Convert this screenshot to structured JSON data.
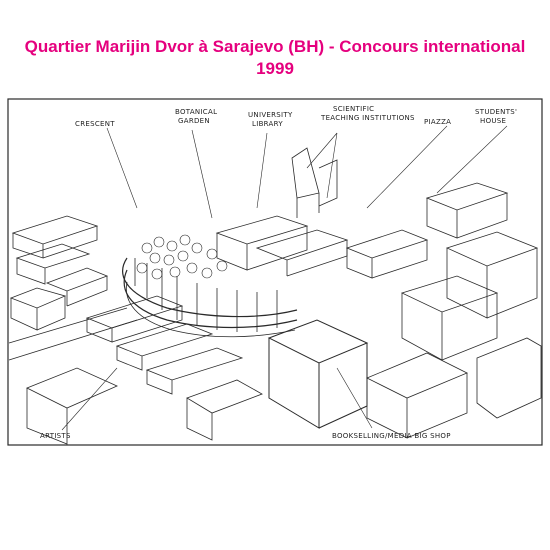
{
  "title": {
    "line1": "Quartier Marijin Dvor à Sarajevo (BH) - Concours international",
    "line2": "1999"
  },
  "labels": {
    "crescent": "CRESCENT",
    "botanical_1": "BOTANICAL",
    "botanical_2": "GARDEN",
    "library_1": "UNIVERSITY",
    "library_2": "LIBRARY",
    "scientific_1": "SCIENTIFIC",
    "scientific_2": "TEACHING INSTITUTIONS",
    "piazza": "PIAZZA",
    "students_1": "STUDENTS'",
    "students_2": "HOUSE",
    "artists": "ARTISTS",
    "bookselling": "BOOKSELLING/MEDIA BIG SHOP"
  }
}
